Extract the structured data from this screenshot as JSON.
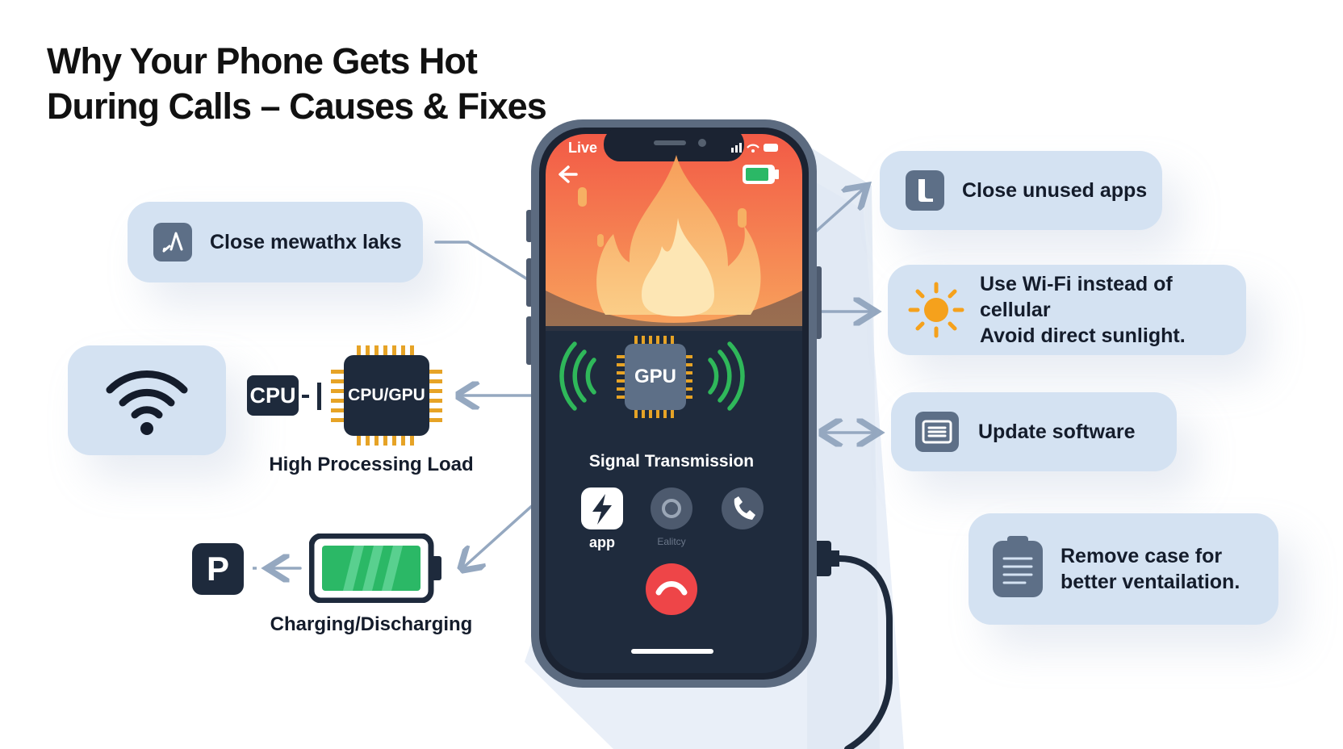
{
  "title": {
    "line1": "Why Your Phone Gets Hot",
    "line2": "During Calls – Causes & Fixes"
  },
  "phone": {
    "status_label": "Live",
    "gpu_label": "GPU",
    "signal_label": "Signal Transmission",
    "app_button_label": "app",
    "middle_button_label": "Ealitcy"
  },
  "causes": {
    "processing": {
      "cpu_tag": "CPU",
      "chip_label": "CPU/GPU",
      "caption": "High Processing Load"
    },
    "charging": {
      "plug_icon_letter": "P",
      "caption": "Charging/Discharging"
    },
    "close_tasks": {
      "label": "Close mewathx laks"
    }
  },
  "fixes": [
    {
      "id": "close-unused-apps",
      "lines": [
        "Close unused apps"
      ]
    },
    {
      "id": "wifi-sunlight",
      "lines": [
        "Use Wi-Fi instead of cellular",
        "Avoid direct sunlight."
      ]
    },
    {
      "id": "update-software",
      "lines": [
        "Update software"
      ]
    },
    {
      "id": "remove-case",
      "lines": [
        "Remove case for",
        "better ventailation."
      ]
    }
  ],
  "icons": {
    "wifi": "wifi-icon",
    "sun": "sun-icon",
    "phone": "phone-call-icon",
    "bolt": "lightning-bolt-icon",
    "flame": "flame-icon",
    "battery": "battery-icon"
  },
  "colors": {
    "card_bg": "#d4e2f2",
    "dark": "#1e2a3c",
    "flame_top": "#f25a46",
    "flame_bottom": "#f8a25c",
    "signal_green": "#2fb85a",
    "chip_gold": "#e6a326",
    "battery_green": "#2bb866",
    "end_call_red": "#ee4548",
    "arrow_gray": "#95a8c0",
    "sun_orange": "#f5a11c"
  }
}
